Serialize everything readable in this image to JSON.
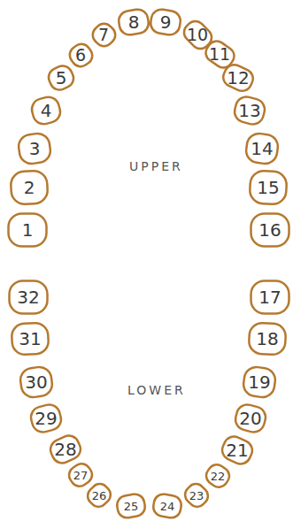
{
  "diagram": {
    "nodes": [
      {
        "text": [
          "1"
        ]
      },
      {
        "text": [
          "2"
        ]
      },
      {
        "text": [
          "3"
        ]
      },
      {
        "text": [
          "4"
        ]
      },
      {
        "text": [
          "5"
        ]
      },
      {
        "text": [
          "6"
        ]
      },
      {
        "text": [
          "7"
        ]
      },
      {
        "text": [
          "8"
        ]
      },
      {
        "text": [
          "9"
        ]
      },
      {
        "text": [
          "10"
        ]
      },
      {
        "text": [
          "11"
        ]
      },
      {
        "text": [
          "12"
        ]
      },
      {
        "text": [
          "13"
        ]
      },
      {
        "text": [
          "14"
        ]
      },
      {
        "text": [
          "15"
        ]
      },
      {
        "text": [
          "16"
        ]
      },
      {
        "text": [
          "17"
        ]
      },
      {
        "text": [
          "18"
        ]
      },
      {
        "text": [
          "19"
        ]
      },
      {
        "text": [
          "20"
        ]
      },
      {
        "text": [
          "21"
        ]
      },
      {
        "text": [
          "22"
        ]
      },
      {
        "text": [
          "23"
        ]
      },
      {
        "text": [
          "24"
        ]
      },
      {
        "text": [
          "25"
        ]
      },
      {
        "text": [
          "26"
        ]
      },
      {
        "text": [
          "27"
        ]
      },
      {
        "text": [
          "28"
        ]
      },
      {
        "text": [
          "29"
        ]
      },
      {
        "text": [
          "30"
        ]
      },
      {
        "text": [
          "31"
        ]
      },
      {
        "text": [
          "32"
        ]
      }
    ],
    "labels": [
      "UPPER",
      "LOWER"
    ]
  }
}
